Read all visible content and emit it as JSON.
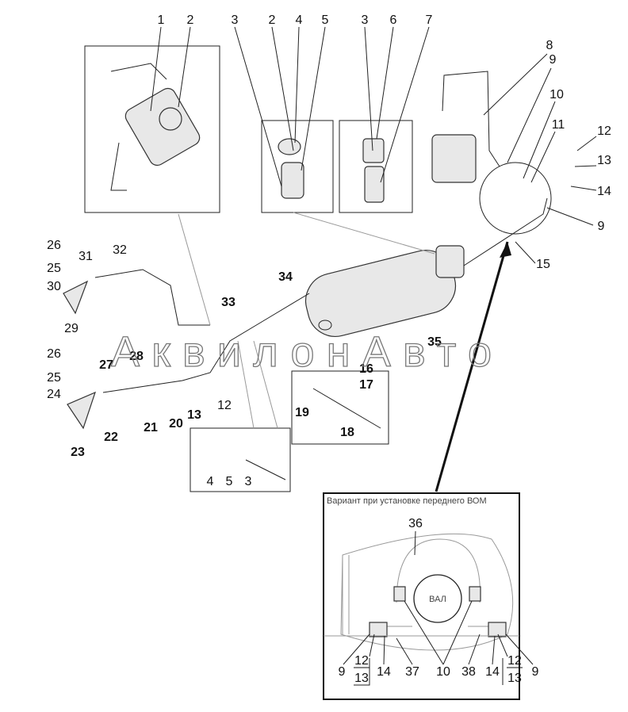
{
  "watermark": "АквилонАвто",
  "inset": {
    "caption": "Вариант при установке переднего ВОМ",
    "shaft_label": "ВАЛ"
  },
  "callouts_top": [
    "1",
    "2",
    "3",
    "2",
    "4",
    "5",
    "3",
    "6",
    "7",
    "8",
    "9",
    "10",
    "11",
    "12",
    "13",
    "14",
    "9",
    "15"
  ],
  "callouts_main": [
    "26",
    "32",
    "31",
    "25",
    "30",
    "29",
    "34",
    "33",
    "35",
    "28",
    "26",
    "27",
    "16",
    "25",
    "24",
    "17",
    "12",
    "20",
    "13",
    "21",
    "22",
    "19",
    "18",
    "23",
    "4",
    "5",
    "3"
  ],
  "callouts_inset": [
    "36",
    "9",
    "12",
    "13",
    "14",
    "37",
    "10",
    "38",
    "14",
    "12",
    "13",
    "9"
  ]
}
